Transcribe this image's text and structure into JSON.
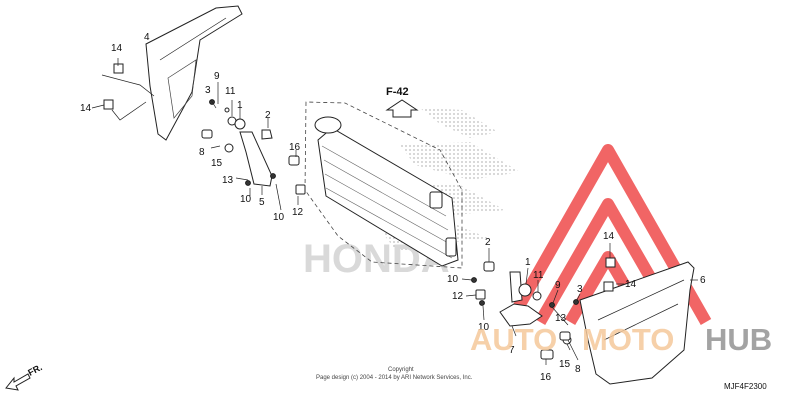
{
  "diagram": {
    "reference_label": "F-42",
    "front_label": "FR.",
    "brand_text": "HONDA",
    "part_code": "MJF4F2300",
    "copyright_line1": "Copyright",
    "copyright_line2": "Page design (c) 2004 - 2014 by ARI Network Services, Inc.",
    "watermark": {
      "part1": "AUTO",
      "part2": "MOTO",
      "part3": "HUB",
      "color": "#ef4b4b"
    },
    "left_callouts": [
      "14",
      "14",
      "4",
      "9",
      "3",
      "11",
      "1",
      "2",
      "8",
      "15",
      "16",
      "13",
      "5",
      "10",
      "10",
      "12"
    ],
    "right_callouts": [
      "2",
      "14",
      "10",
      "1",
      "11",
      "9",
      "3",
      "14",
      "6",
      "12",
      "10",
      "13",
      "7",
      "15",
      "8",
      "16"
    ]
  }
}
